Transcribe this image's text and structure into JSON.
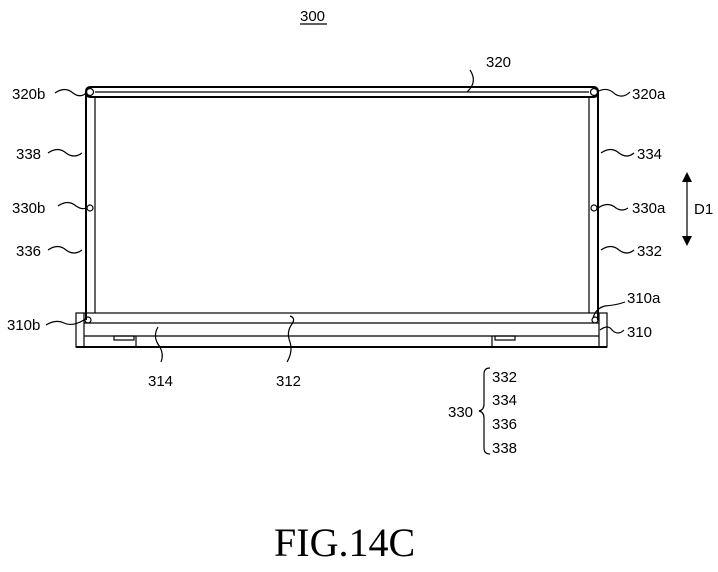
{
  "figure_number": "300",
  "caption": "FIG.14C",
  "labels": {
    "l320": "320",
    "l320a": "320a",
    "l320b": "320b",
    "l338": "338",
    "l334": "334",
    "l330a": "330a",
    "l330b": "330b",
    "l336": "336",
    "l332": "332",
    "l310a": "310a",
    "l310b": "310b",
    "l310": "310",
    "l314": "314",
    "l312": "312",
    "d1": "D1",
    "l330": "330"
  },
  "group_330": [
    "332",
    "334",
    "336",
    "338"
  ]
}
